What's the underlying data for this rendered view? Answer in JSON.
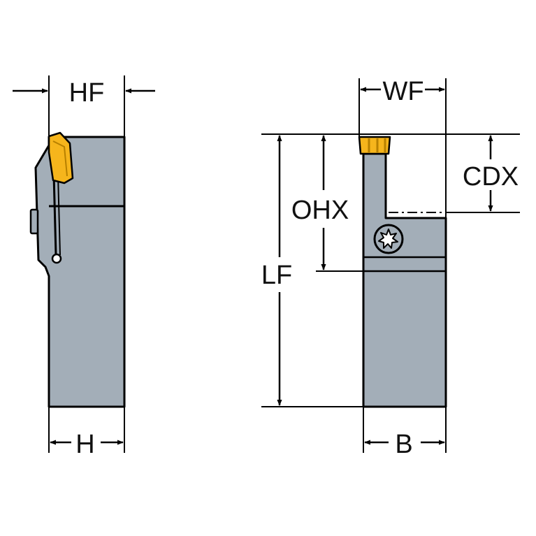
{
  "colors": {
    "body_fill": "#a3aeb8",
    "outline": "#000000",
    "insert": "#f6b51c",
    "insert_dark": "#b78000",
    "background": "#ffffff"
  },
  "left_view": {
    "labels": {
      "hf": "HF",
      "h": "H"
    }
  },
  "right_view": {
    "labels": {
      "wf": "WF",
      "cdx": "CDX",
      "ohx": "OHX",
      "lf": "LF",
      "b": "B"
    },
    "screw_icon": "torx-screw-icon"
  }
}
